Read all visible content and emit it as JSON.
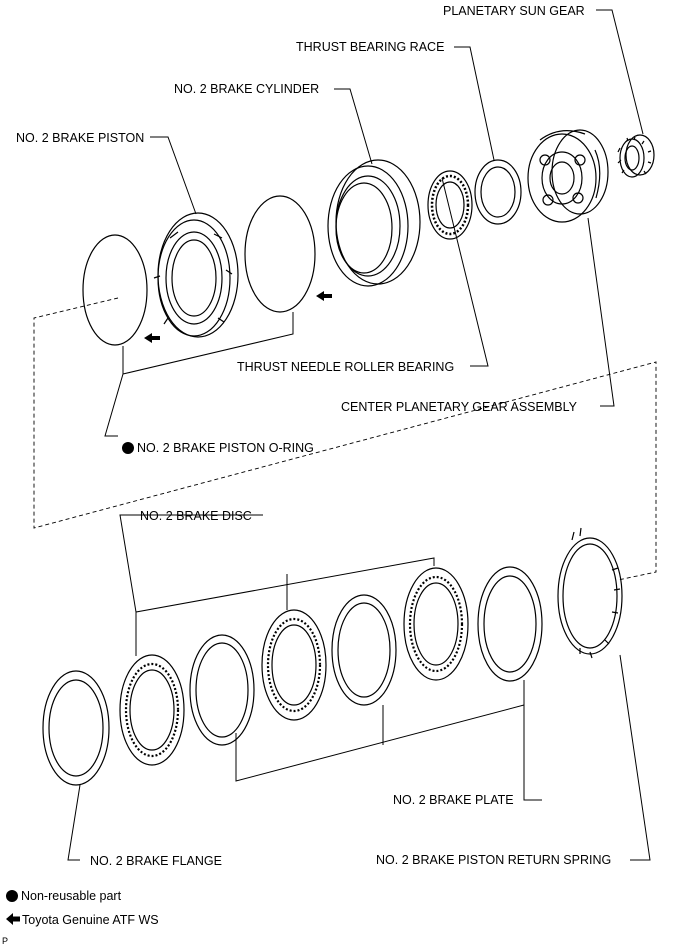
{
  "labels": {
    "sun_gear": "PLANETARY SUN GEAR",
    "bearing_race": "THRUST BEARING RACE",
    "brake_cylinder": "NO. 2 BRAKE CYLINDER",
    "brake_piston": "NO. 2 BRAKE PISTON",
    "needle_bearing": "THRUST NEEDLE ROLLER BEARING",
    "planetary_gear": "CENTER PLANETARY GEAR ASSEMBLY",
    "piston_oring": "NO. 2 BRAKE PISTON O-RING",
    "brake_disc": "NO. 2 BRAKE DISC",
    "brake_plate": "NO. 2 BRAKE PLATE",
    "brake_flange": "NO. 2 BRAKE FLANGE",
    "return_spring": "NO. 2 BRAKE PISTON RETURN SPRING"
  },
  "legend": {
    "non_reusable": "Non-reusable part",
    "atf": "Toyota Genuine ATF WS"
  },
  "footer_code": "P",
  "icons": {
    "non_reusable": "filled-circle-icon",
    "atf": "left-arrow-icon"
  }
}
